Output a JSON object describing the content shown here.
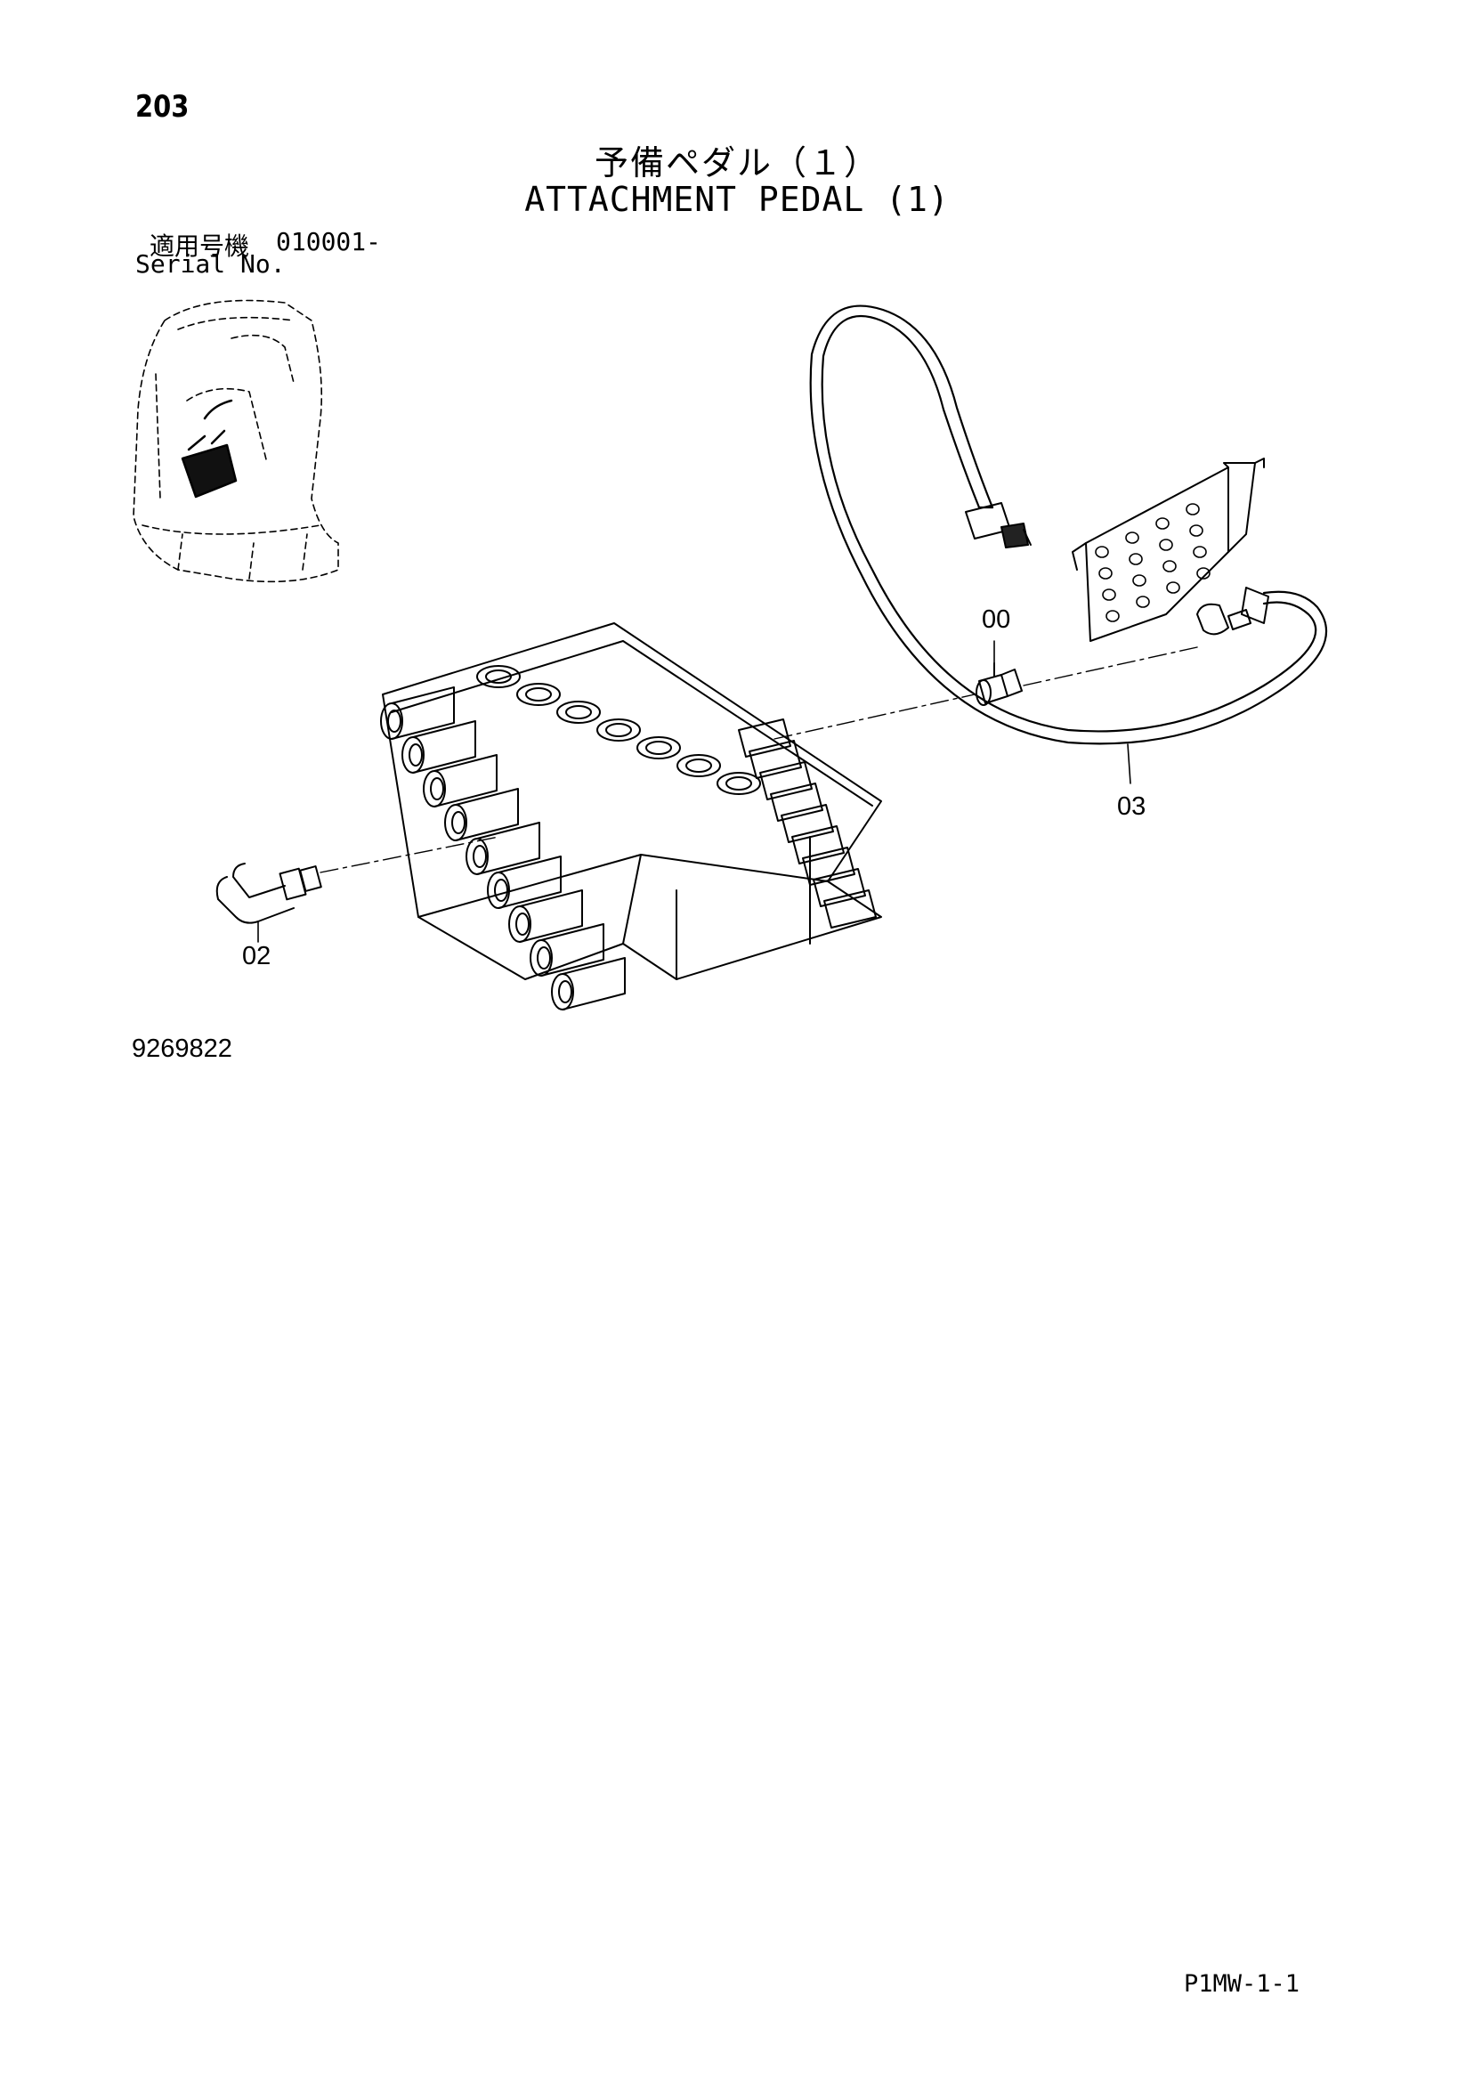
{
  "header": {
    "page_number": "203",
    "title_jp": "予備ペダル（１）",
    "title_en": "ATTACHMENT PEDAL (1)"
  },
  "serial": {
    "label_jp": "適用号機",
    "range": "010001-",
    "label_en": "Serial No."
  },
  "callouts": {
    "part_00": "00",
    "part_02": "02",
    "part_03": "03"
  },
  "footer": {
    "drawing_number": "9269822",
    "page_code": "P1MW-1-1"
  }
}
